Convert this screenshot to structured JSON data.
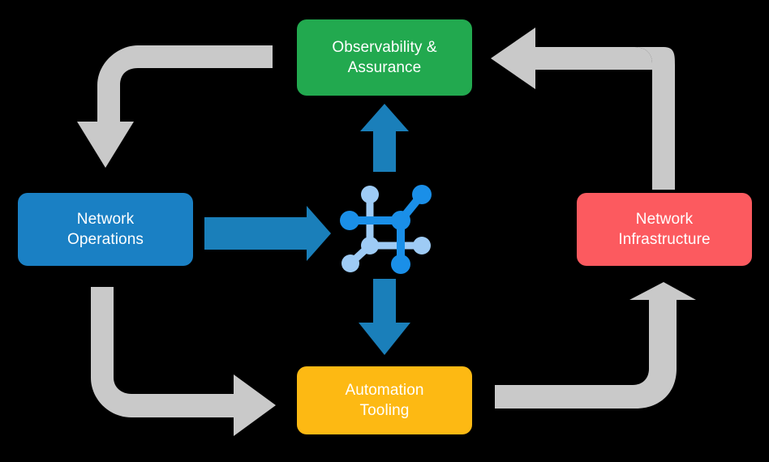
{
  "diagram": {
    "title_text": "",
    "background_color": "#000000",
    "type": "cycle-diagram",
    "nodes": [
      {
        "id": "observability",
        "label": "Observability &\nAssurance",
        "color": "#22a94f",
        "position": "top"
      },
      {
        "id": "operations",
        "label": "Network\nOperations",
        "color": "#1a80c4",
        "position": "left"
      },
      {
        "id": "infrastructure",
        "label": "Network\nInfrastructure",
        "color": "#fc5a5f",
        "position": "right"
      },
      {
        "id": "automation",
        "label": "Automation\nTooling",
        "color": "#fdb913",
        "position": "bottom"
      }
    ],
    "center_icon": {
      "name": "network-topology-icon",
      "primary_color": "#1a8fe8",
      "secondary_color": "#9ecbf5",
      "node_count": 8
    },
    "arrows": {
      "blue_color": "#1a7fba",
      "gray_color": "#c9c9c9",
      "blue_arrows": [
        {
          "name": "operations-to-center",
          "direction": "right"
        },
        {
          "name": "center-to-observability",
          "direction": "up"
        },
        {
          "name": "center-to-automation",
          "direction": "down"
        }
      ],
      "gray_arrows": [
        {
          "name": "observability-to-operations",
          "direction": "down-left"
        },
        {
          "name": "infrastructure-to-observability",
          "direction": "up-left"
        },
        {
          "name": "operations-to-automation",
          "direction": "down-right"
        },
        {
          "name": "automation-to-infrastructure",
          "direction": "right-up"
        }
      ]
    }
  }
}
